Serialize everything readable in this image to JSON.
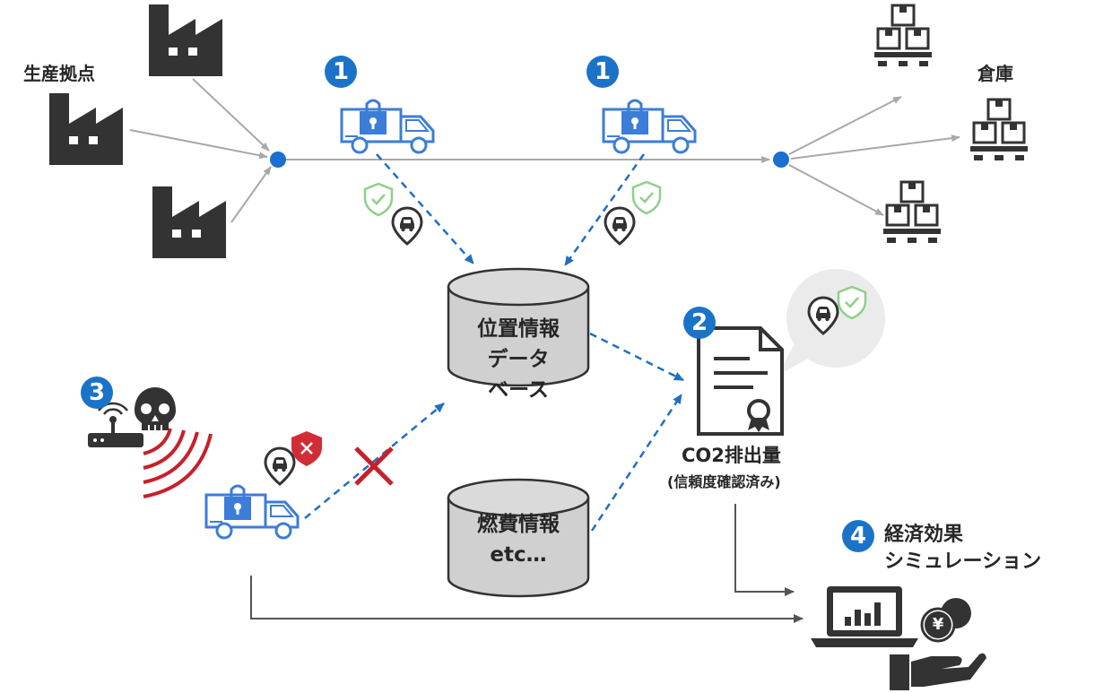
{
  "labels": {
    "production_sites": "生産拠点",
    "warehouse": "倉庫",
    "co2_title": "CO2排出量",
    "co2_sub": "(信頼度確認済み)",
    "econ_line1": "経済効果",
    "econ_line2": "シミュレーション"
  },
  "databases": {
    "location": {
      "line1": "位置情報",
      "line2": "データ",
      "line3": "ベース"
    },
    "fuel": {
      "line1": "燃費情報",
      "line2": "etc…"
    }
  },
  "badges": {
    "b1a": "1",
    "b1b": "1",
    "b2": "2",
    "b3": "3",
    "b4": "4"
  },
  "currency_symbol": "¥",
  "colors": {
    "accent_blue": "#1a73c8",
    "truck_blue": "#3b7dd8",
    "dashed_arrow": "#1f6fc5",
    "icon_dark": "#333333",
    "shield_green": "#8fcf8a",
    "danger_red": "#c8202a",
    "db_gray": "#d0d0d0"
  },
  "icons": [
    "factory-icon",
    "truck-icon",
    "warehouse-icon",
    "shield-check-icon",
    "location-pin-car-icon",
    "database-icon",
    "certificate-icon",
    "router-icon",
    "skull-icon",
    "shield-x-icon",
    "cross-icon",
    "laptop-chart-icon",
    "hand-coin-icon"
  ]
}
